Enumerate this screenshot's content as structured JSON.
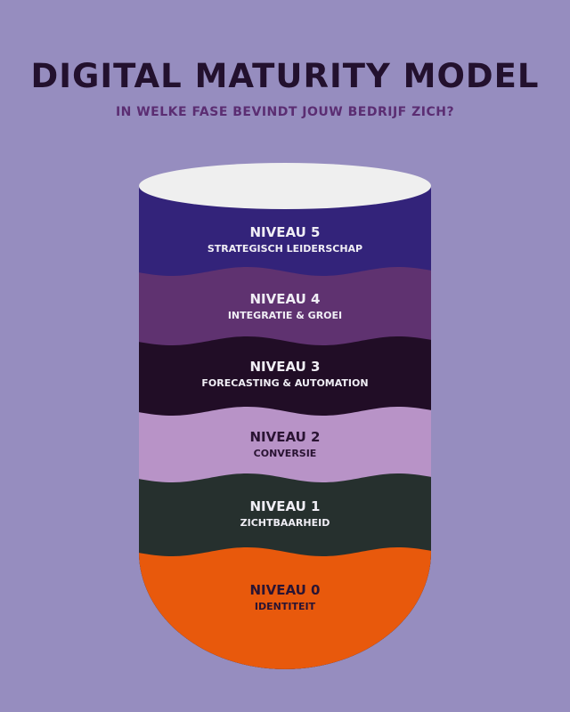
{
  "title": "DIGITAL MATURITY MODEL",
  "subtitle": "IN WELKE FASE BEVINDT JOUW BEDRIJF ZICH?",
  "colors": {
    "background": "#968dbf",
    "top": "#efefef"
  },
  "levels": [
    {
      "level": "NIVEAU 5",
      "name": "STRATEGISCH LEIDERSCHAP",
      "color": "#33237a",
      "text_color": "#f0eef5"
    },
    {
      "level": "NIVEAU 4",
      "name": "INTEGRATIE & GROEI",
      "color": "#5f3270",
      "text_color": "#f0eef5"
    },
    {
      "level": "NIVEAU 3",
      "name": "FORECASTING & AUTOMATION",
      "color": "#210d26",
      "text_color": "#f0eef5"
    },
    {
      "level": "NIVEAU 2",
      "name": "CONVERSIE",
      "color": "#b893c7",
      "text_color": "#2a1433"
    },
    {
      "level": "NIVEAU 1",
      "name": "ZICHTBAARHEID",
      "color": "#26302e",
      "text_color": "#f0eef5"
    },
    {
      "level": "NIVEAU 0",
      "name": "IDENTITEIT",
      "color": "#e8590c",
      "text_color": "#2a1433"
    }
  ]
}
